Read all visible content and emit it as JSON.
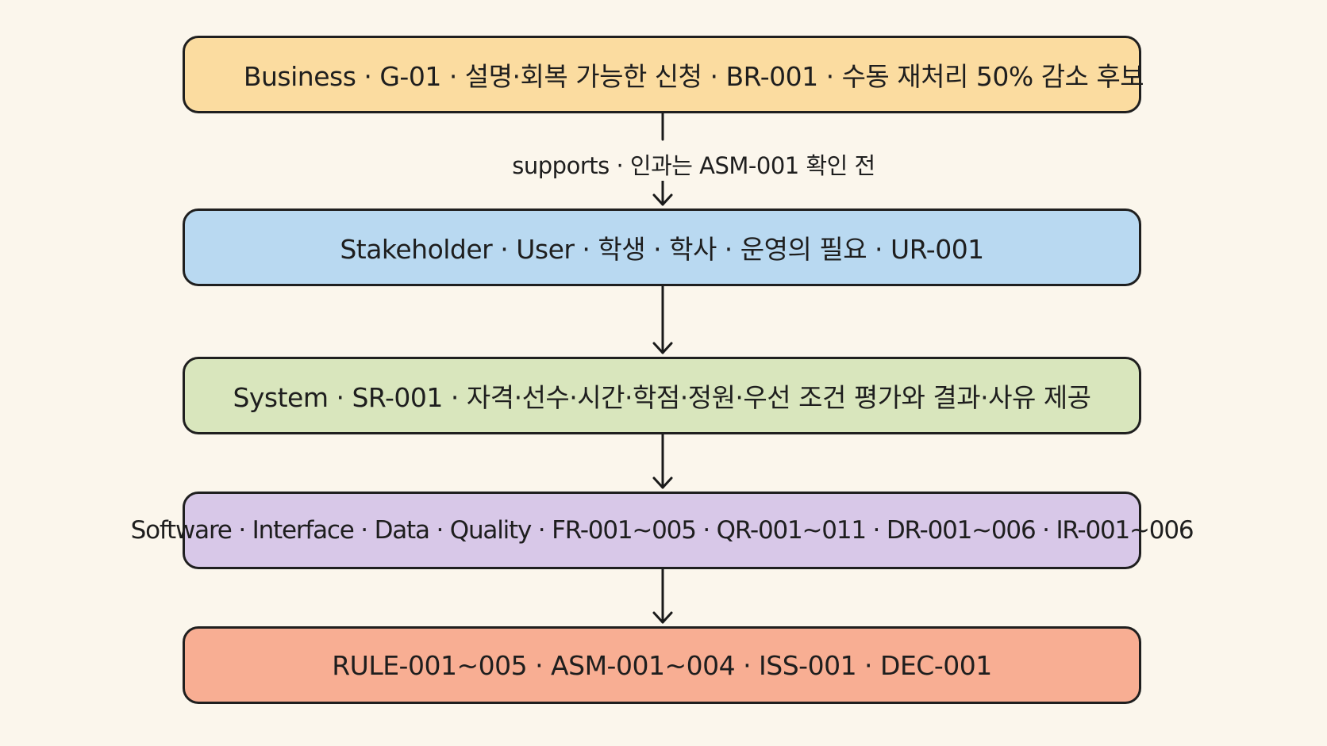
{
  "diagram": {
    "nodes": [
      {
        "id": "business",
        "label": "Business · G-01 · 설명·회복 가능한 신청 · BR-001 · 수동 재처리 50% 감소 후보",
        "color": "#fbdca0"
      },
      {
        "id": "stakeholder",
        "label": "Stakeholder · User · 학생 · 학사 · 운영의 필요 · UR-001",
        "color": "#b9d9f1"
      },
      {
        "id": "system",
        "label": "System · SR-001 · 자격·선수·시간·학점·정원·우선 조건 평가와 결과·사유 제공",
        "color": "#d9e6bd"
      },
      {
        "id": "software",
        "label": "Software · Interface · Data · Quality · FR-001~005 · QR-001~011 · DR-001~006 · IR-001~006",
        "color": "#d8c8e8"
      },
      {
        "id": "rules",
        "label": "RULE-001~005 · ASM-001~004 · ISS-001 · DEC-001",
        "color": "#f8ae93"
      }
    ],
    "edges": [
      {
        "from": "business",
        "to": "stakeholder",
        "label": "supports · 인과는 ASM-001 확인 전"
      },
      {
        "from": "stakeholder",
        "to": "system",
        "label": ""
      },
      {
        "from": "system",
        "to": "software",
        "label": ""
      },
      {
        "from": "software",
        "to": "rules",
        "label": ""
      }
    ]
  }
}
